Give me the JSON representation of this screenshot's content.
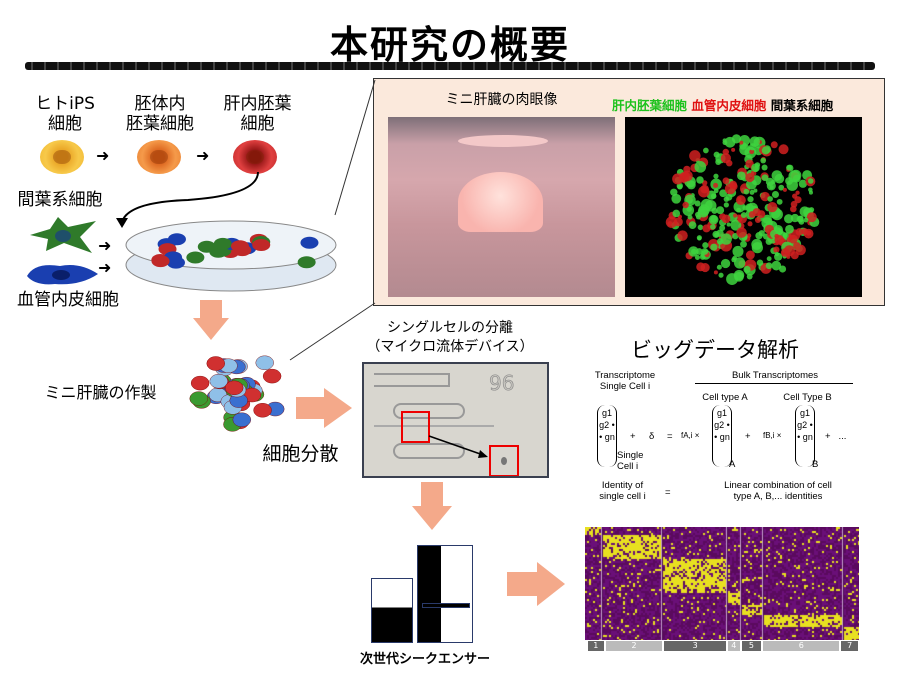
{
  "title": "本研究の概要",
  "steps": {
    "ips": "ヒトiPS\n細胞",
    "endoderm": "胚体内\n胚葉細胞",
    "hepatic": "肝内胚葉\n細胞",
    "mesenchymal": "間葉系細胞",
    "endothelial": "血管内皮細胞",
    "organoid": "ミニ肝臓の作製",
    "dissociation": "細胞分散",
    "device_title": "シングルセルの分離",
    "device_sub": "（マイクロ流体デバイス）",
    "device_number": "96",
    "sequencer": "次世代シークエンサー"
  },
  "photos": {
    "gross": "ミニ肝臓の肉眼像",
    "legend": [
      {
        "label": "肝内胚葉細胞",
        "color": "#1ec21e"
      },
      {
        "label": "血管内皮細胞",
        "color": "#e01010"
      },
      {
        "label": "間葉系細胞",
        "color": "#000000"
      }
    ]
  },
  "analysis": {
    "title": "ビッグデータ解析",
    "transcriptome": "Transcriptome\nSingle Cell i",
    "bulk": "Bulk Transcriptomes",
    "type_a": "Cell type A",
    "type_b": "Cell Type B",
    "vector": "g1\ng2\n•\n•\ngn",
    "single_cell": "Single\nCell i",
    "plus": "+",
    "delta": "δ",
    "equals": "=",
    "fa": "fA,i ×",
    "fb": "fB,i ×",
    "sub_a": "A",
    "sub_b": "B",
    "ellipsis": "+   ...",
    "identity": "Identity of\nsingle cell i",
    "linear": "Linear combination of cell\ntype A, B,... identities"
  },
  "heatmap": {
    "clusters": [
      "1",
      "2",
      "3",
      "4",
      "5",
      "6",
      "7"
    ],
    "colors": {
      "low": "#5a0a5e",
      "high": "#e8e020"
    }
  }
}
